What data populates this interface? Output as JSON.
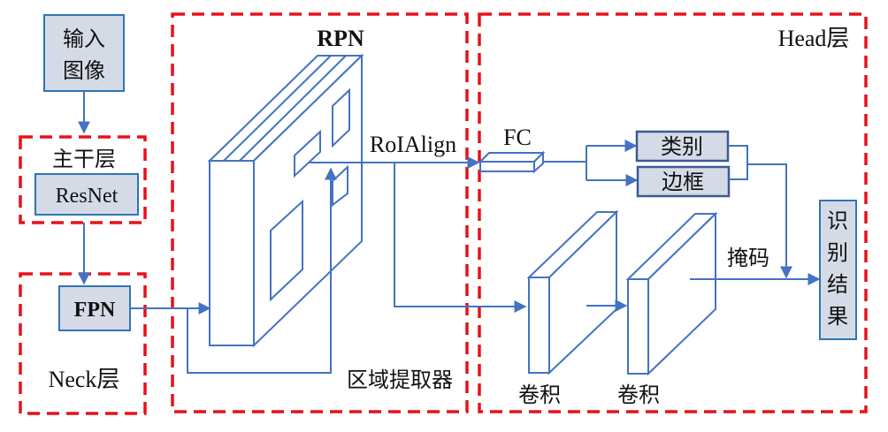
{
  "diagram": {
    "input_box": {
      "line1": "输入",
      "line2": "图像"
    },
    "backbone": {
      "title": "主干层",
      "module": "ResNet"
    },
    "neck": {
      "module": "FPN",
      "title": "Neck层"
    },
    "rpn": {
      "title": "RPN",
      "extractor_label": "区域提取器",
      "roi_label": "RoIAlign"
    },
    "head": {
      "title": "Head层",
      "fc_label": "FC",
      "class_label": "类别",
      "bbox_label": "边框",
      "conv1_label": "卷积",
      "conv2_label": "卷积",
      "mask_label": "掩码",
      "result_chars": [
        "识",
        "别",
        "结",
        "果"
      ]
    },
    "colors": {
      "dashed_border": "#e8101a",
      "box_fill": "#d5dbe6",
      "line": "#4472c4"
    }
  }
}
